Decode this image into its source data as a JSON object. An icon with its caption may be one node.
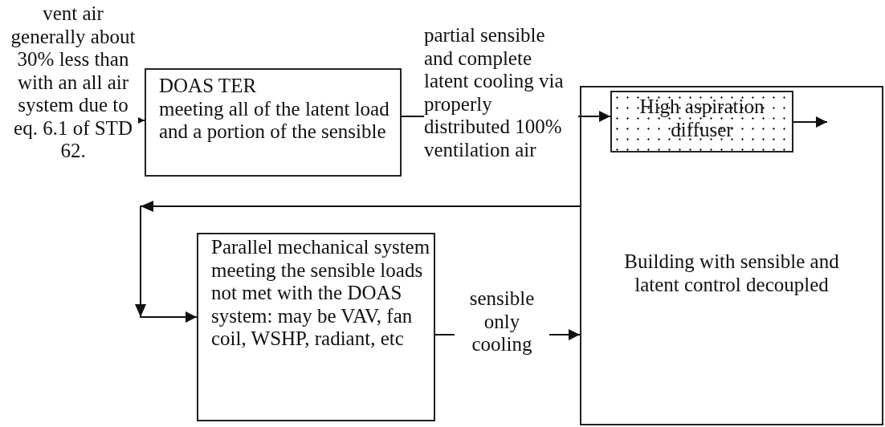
{
  "diagram": {
    "nodes": [
      {
        "text": [
          "DOAS TER",
          "meeting all of the latent load and a portion of the sensible"
        ]
      },
      {
        "text": [
          "Building with sensible and latent control decoupled"
        ]
      },
      {
        "text": [
          "High aspiration diffuser"
        ],
        "in": 1
      },
      {
        "text": [
          "Parallel mechanical system meeting the sensible loads not met with the DOAS system:  may be VAV, fan coil, WSHP, radiant, etc"
        ]
      }
    ],
    "edges": [
      {
        "from": null,
        "to": 0,
        "arrow": "to",
        "label": "vent air generally about 30% less than with an all air system due to eq. 6.1 of STD 62."
      },
      {
        "from": 0,
        "to": 2,
        "arrow": "to",
        "label": "partial sensible and complete latent cooling via properly distributed 100% ventilation air"
      },
      {
        "from": 2,
        "to": null,
        "arrow": "to"
      },
      {
        "from": 1,
        "to": 3,
        "arrow": "to"
      },
      {
        "from": 3,
        "to": 1,
        "arrow": "to",
        "label": "sensible only cooling"
      }
    ]
  }
}
